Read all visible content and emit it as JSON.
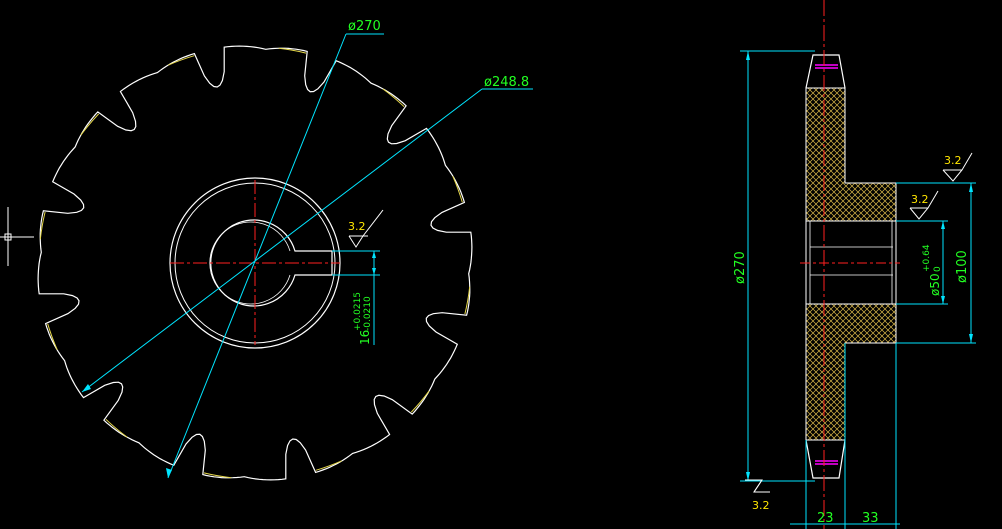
{
  "colors": {
    "background": "#000000",
    "outline": "#ffffff",
    "rim": "#ffff00",
    "dimension": "#00ffff",
    "dimension_text": "#00ff00",
    "centerline": "#ff0000",
    "hatch": "#ffff00",
    "marker": "#ff00ff"
  },
  "front_view": {
    "dim_outer_diameter": "ø270",
    "dim_pitch_diameter": "ø248.8",
    "roughness": "3.2",
    "keyway_width": "16",
    "keyway_tol_upper": "+0.0215",
    "keyway_tol_lower": "-0.0210"
  },
  "side_view": {
    "dim_overall_diameter": "ø270",
    "roughness_hub_top": "3.2",
    "roughness_bore": "3.2",
    "roughness_bottom": "3.2",
    "dim_bore": "ø50",
    "bore_tol_upper": "+0.64",
    "bore_tol_lower": "0",
    "dim_hub": "ø100",
    "dim_width_plate": "23",
    "dim_width_hub": "33"
  }
}
